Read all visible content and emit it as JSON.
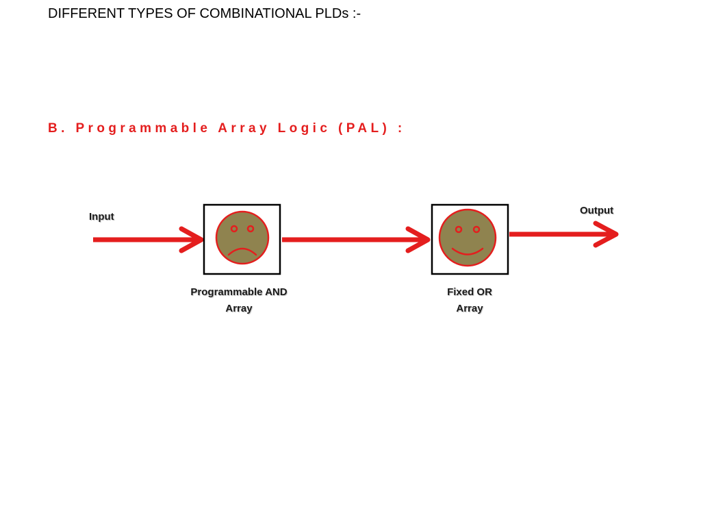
{
  "slide": {
    "heading": "DIFFERENT TYPES OF COMBINATIONAL PLDs :-",
    "subheading": "B. Programmable Array Logic (PAL) :"
  },
  "diagram": {
    "input_label": "Input",
    "output_label": "Output",
    "and_block": {
      "caption_line1": "Programmable AND",
      "caption_line2": "Array",
      "face": "sad-face-icon"
    },
    "or_block": {
      "caption_line1": "Fixed OR",
      "caption_line2": "Array",
      "face": "smiley-face-icon"
    }
  },
  "colors": {
    "accent_red": "#e41e1e",
    "face_fill": "#8f834f",
    "box_border": "#000000"
  }
}
